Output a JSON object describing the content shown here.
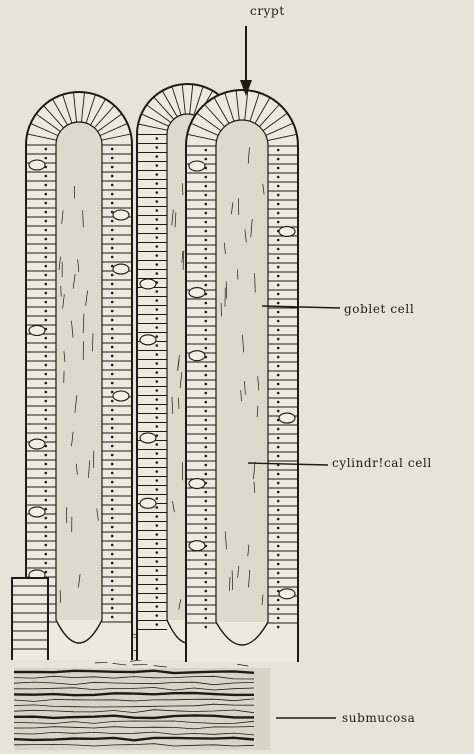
{
  "labels": {
    "crypt": "crypt",
    "goblet_cell": "goblet cell",
    "cylindrical_cell": "cylindr!cal cell",
    "submucosa": "submucosa"
  },
  "colors": {
    "background": "#e6e3d8",
    "ink": "#1d1b18",
    "lamina": "#ddd9cc"
  }
}
